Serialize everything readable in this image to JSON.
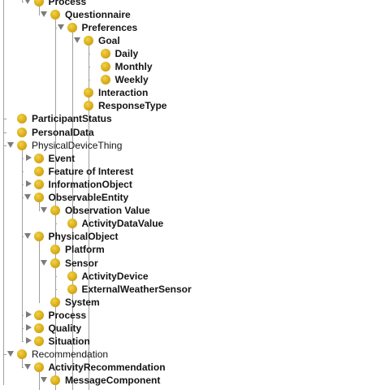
{
  "tree": {
    "nodes": [
      {
        "label": "Process",
        "depth": 2,
        "toggle": "open",
        "bold": true
      },
      {
        "label": "Questionnaire",
        "depth": 3,
        "toggle": "open",
        "bold": true
      },
      {
        "label": "Preferences",
        "depth": 4,
        "toggle": "open",
        "bold": true
      },
      {
        "label": "Goal",
        "depth": 5,
        "toggle": "open",
        "bold": true
      },
      {
        "label": "Daily",
        "depth": 6,
        "toggle": "none",
        "bold": true
      },
      {
        "label": "Monthly",
        "depth": 6,
        "toggle": "none",
        "bold": true
      },
      {
        "label": "Weekly",
        "depth": 6,
        "toggle": "none",
        "bold": true
      },
      {
        "label": "Interaction",
        "depth": 5,
        "toggle": "none",
        "bold": true
      },
      {
        "label": "ResponseType",
        "depth": 5,
        "toggle": "none",
        "bold": true
      },
      {
        "label": "ParticipantStatus",
        "depth": 1,
        "toggle": "none",
        "bold": true
      },
      {
        "label": "PersonalData",
        "depth": 1,
        "toggle": "none",
        "bold": true
      },
      {
        "label": "PhysicalDeviceThing",
        "depth": 1,
        "toggle": "open",
        "bold": false
      },
      {
        "label": "Event",
        "depth": 2,
        "toggle": "closed",
        "bold": true
      },
      {
        "label": "Feature of Interest",
        "depth": 2,
        "toggle": "none",
        "bold": true
      },
      {
        "label": "InformationObject",
        "depth": 2,
        "toggle": "closed",
        "bold": true
      },
      {
        "label": "ObservableEntity",
        "depth": 2,
        "toggle": "open",
        "bold": true
      },
      {
        "label": "Observation Value",
        "depth": 3,
        "toggle": "open",
        "bold": true
      },
      {
        "label": "ActivityDataValue",
        "depth": 4,
        "toggle": "none",
        "bold": true
      },
      {
        "label": "PhysicalObject",
        "depth": 2,
        "toggle": "open",
        "bold": true
      },
      {
        "label": "Platform",
        "depth": 3,
        "toggle": "none",
        "bold": true
      },
      {
        "label": "Sensor",
        "depth": 3,
        "toggle": "open",
        "bold": true
      },
      {
        "label": "ActivityDevice",
        "depth": 4,
        "toggle": "none",
        "bold": true
      },
      {
        "label": "ExternalWeatherSensor",
        "depth": 4,
        "toggle": "none",
        "bold": true
      },
      {
        "label": "System",
        "depth": 3,
        "toggle": "none",
        "bold": true
      },
      {
        "label": "Process",
        "depth": 2,
        "toggle": "closed",
        "bold": true
      },
      {
        "label": "Quality",
        "depth": 2,
        "toggle": "closed",
        "bold": true
      },
      {
        "label": "Situation",
        "depth": 2,
        "toggle": "closed",
        "bold": true
      },
      {
        "label": "Recommendation",
        "depth": 1,
        "toggle": "open",
        "bold": false
      },
      {
        "label": "ActivityRecommendation",
        "depth": 2,
        "toggle": "open",
        "bold": true
      },
      {
        "label": "MessageComponent",
        "depth": 3,
        "toggle": "open",
        "bold": true
      }
    ],
    "colors": {
      "node": "#d6aa19",
      "line": "#a0a0a0",
      "toggle": "#7b7b7b",
      "text": "#141414"
    },
    "icon": "class-circle-icon"
  }
}
